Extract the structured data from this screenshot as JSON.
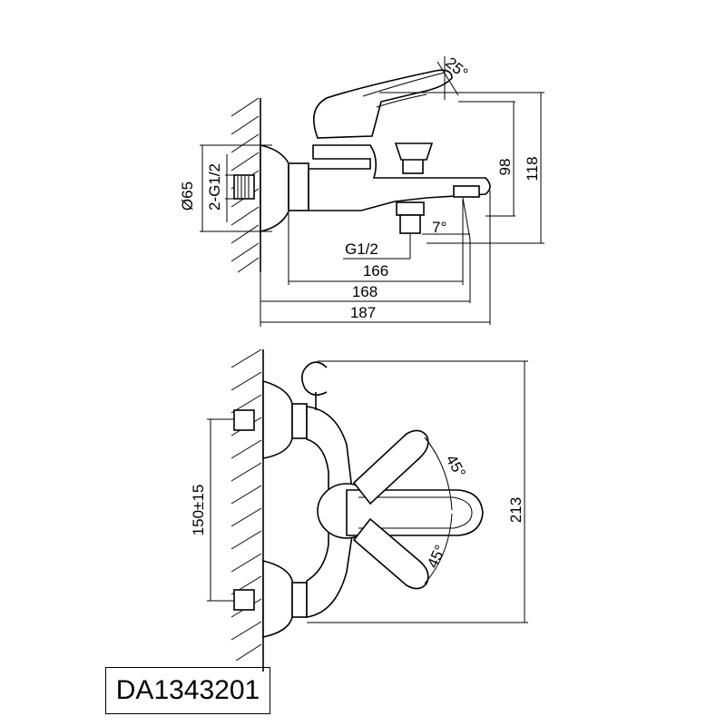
{
  "drawing": {
    "model_number": "DA1343201",
    "side_view": {
      "angle_handle": "25°",
      "angle_spout": "7°",
      "dim_98": "98",
      "dim_118": "118",
      "dim_diameter": "Ø65",
      "dim_thread_inlet": "2-G1/2",
      "dim_thread_outlet": "G1/2",
      "dim_166": "166",
      "dim_168": "168",
      "dim_187": "187"
    },
    "top_view": {
      "dim_150": "150±15",
      "dim_213": "213",
      "angle_upper": "45°",
      "angle_lower": "45°"
    }
  }
}
